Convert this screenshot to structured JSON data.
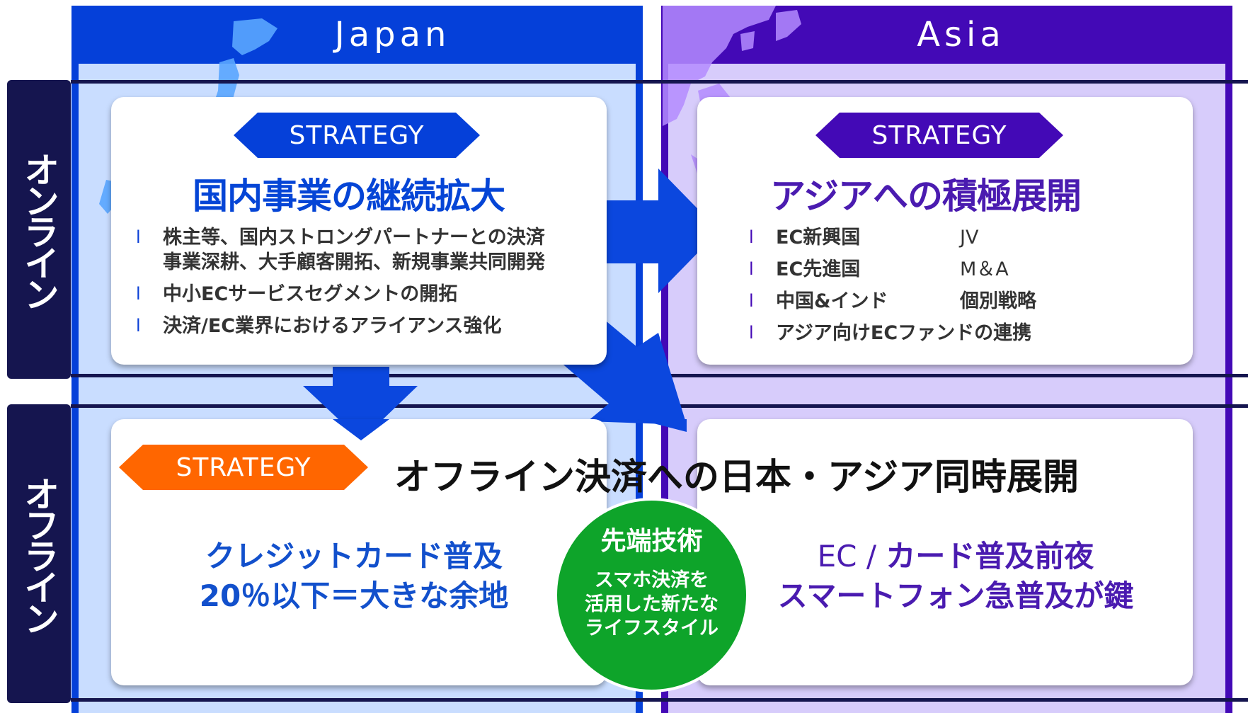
{
  "columns": {
    "japan": {
      "header": "Japan",
      "color": "#0540d9",
      "body_color": "#c9ddff"
    },
    "asia": {
      "header": "Asia",
      "color": "#4309b6",
      "body_color": "#d7ccfb"
    }
  },
  "rows": {
    "online": {
      "label": "オンライン"
    },
    "offline": {
      "label": "オフライン"
    }
  },
  "japan_online": {
    "ribbon": "STRATEGY",
    "title": "国内事業の継続拡大",
    "bullet_marker": "l",
    "bullets": [
      {
        "line1": "株主等、国内ストロングパートナーとの決済",
        "line2": "事業深耕、大手顧客開拓、新規事業共同開発"
      },
      {
        "line1": "中小ECサービスセグメントの開拓"
      },
      {
        "line1": "決済/EC業界におけるアライアンス強化"
      }
    ]
  },
  "asia_online": {
    "ribbon": "STRATEGY",
    "title": "アジアへの積極展開",
    "bullet_marker": "l",
    "rows": [
      {
        "key": "EC新興国",
        "value": "JV"
      },
      {
        "key": "EC先進国",
        "value": "M＆A"
      },
      {
        "key": "中国&インド",
        "value": "個別戦略"
      },
      {
        "key": "アジア向けECファンドの連携",
        "value": ""
      }
    ]
  },
  "offline": {
    "ribbon": "STRATEGY",
    "ribbon_color": "#ff6600",
    "title": "オフライン決済への日本・アジア同時展開",
    "japan_line1": "クレジットカード普及",
    "japan_line2": "20％以下＝大きな余地",
    "asia_line1_prefix": "EC / ",
    "asia_line1": "カード普及前夜",
    "asia_line2": "スマートフォン急普及が鍵"
  },
  "circle": {
    "title": "先端技術",
    "line1": "スマホ決済を",
    "line2": "活用した新たな",
    "line3": "ライフスタイル",
    "color": "#0ea42a"
  }
}
